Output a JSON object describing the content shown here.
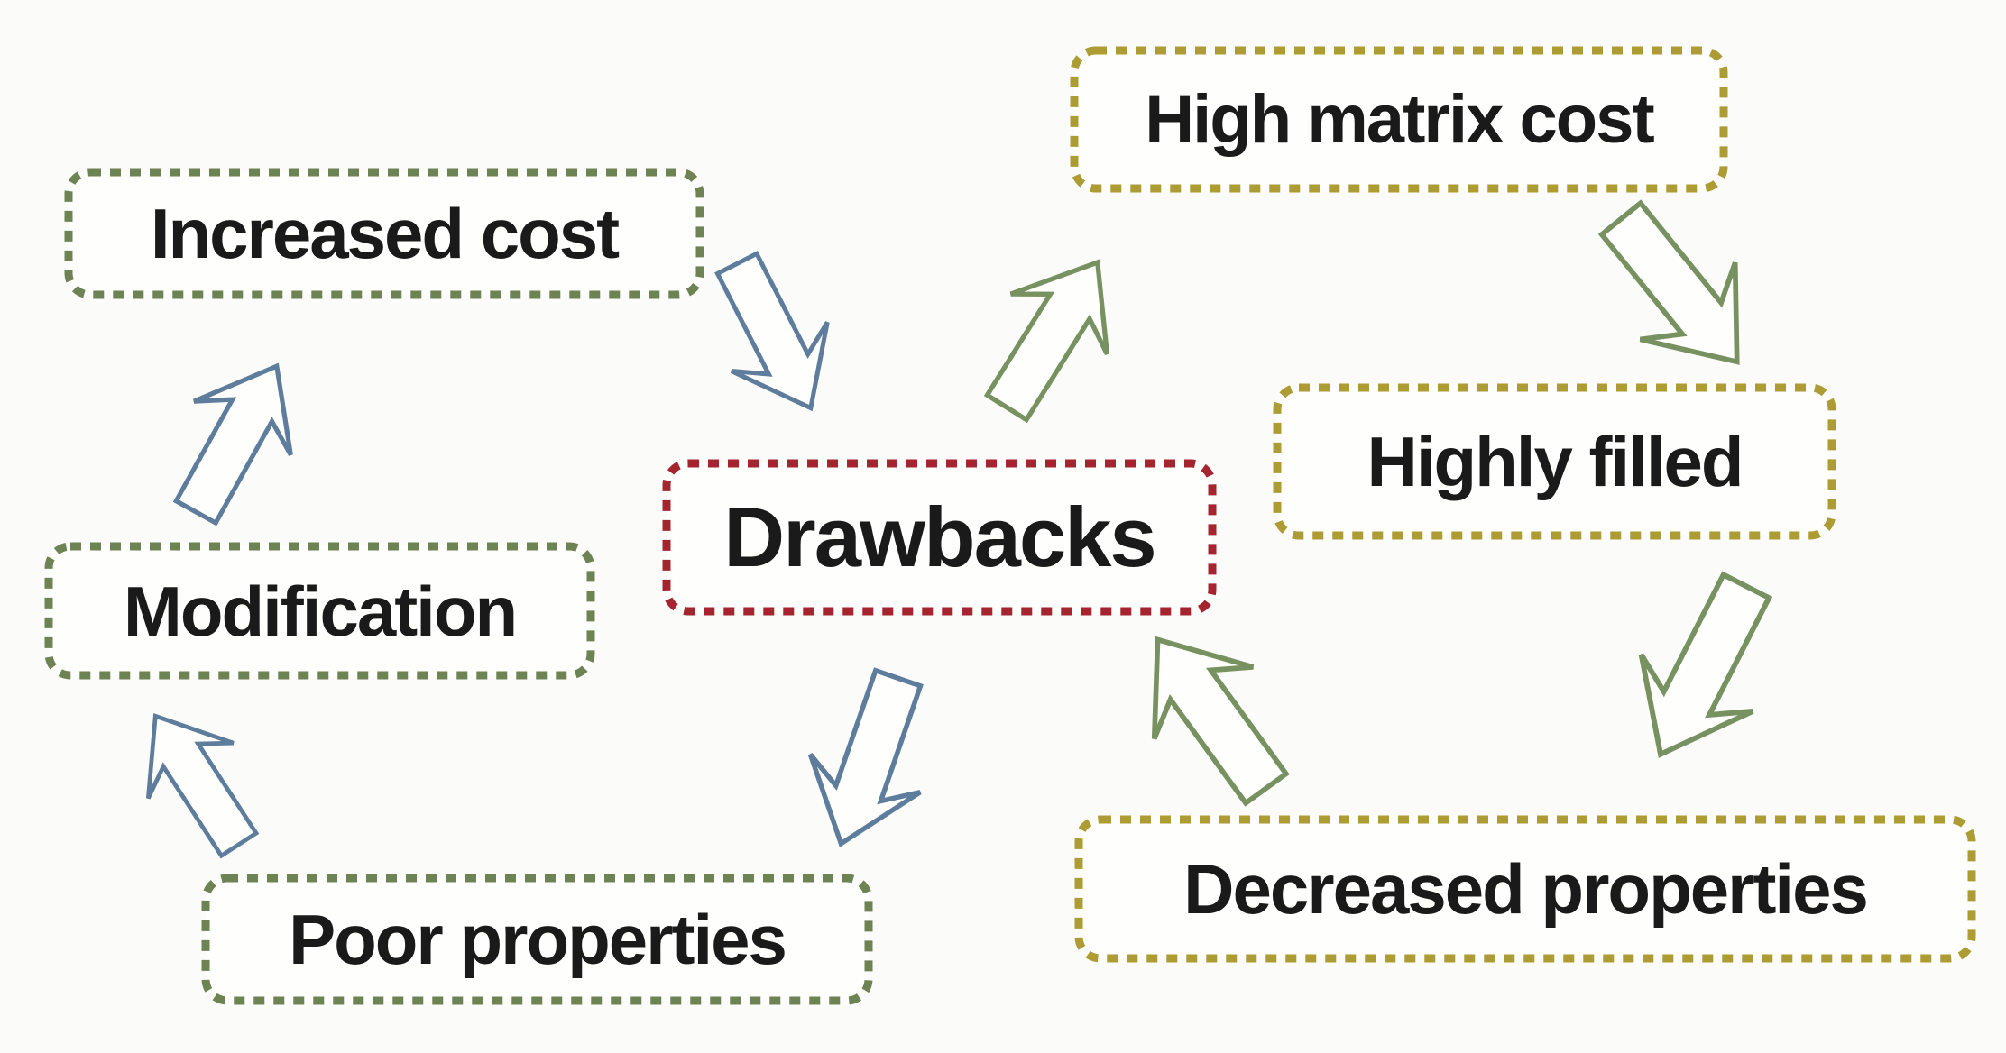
{
  "diagram": {
    "nodes": {
      "drawbacks": {
        "label": "Drawbacks",
        "border_color": "#A42430",
        "role": "center"
      },
      "increased_cost": {
        "label": "Increased cost",
        "border_color": "#6E8354"
      },
      "modification": {
        "label": "Modification",
        "border_color": "#6E8354"
      },
      "poor_properties": {
        "label": "Poor properties",
        "border_color": "#6E8354"
      },
      "high_matrix_cost": {
        "label": "High matrix cost",
        "border_color": "#AC9C33"
      },
      "highly_filled": {
        "label": "Highly filled",
        "border_color": "#AC9C33"
      },
      "decreased_properties": {
        "label": "Decreased properties",
        "border_color": "#AC9C33"
      }
    },
    "arrows": [
      {
        "from": "increased_cost",
        "to": "drawbacks",
        "style": "blue"
      },
      {
        "from": "drawbacks",
        "to": "poor_properties",
        "style": "blue"
      },
      {
        "from": "poor_properties",
        "to": "modification",
        "style": "blue"
      },
      {
        "from": "modification",
        "to": "increased_cost",
        "style": "blue"
      },
      {
        "from": "drawbacks",
        "to": "high_matrix_cost",
        "style": "green"
      },
      {
        "from": "high_matrix_cost",
        "to": "highly_filled",
        "style": "green"
      },
      {
        "from": "highly_filled",
        "to": "decreased_properties",
        "style": "green"
      },
      {
        "from": "decreased_properties",
        "to": "drawbacks",
        "style": "green"
      }
    ],
    "colors": {
      "green_border": "#6E8354",
      "gold_border": "#AC9C33",
      "red_border": "#A42430",
      "blue_arrow_stroke": "#5E7C9B",
      "green_arrow_stroke": "#789161",
      "arrow_fill": "#FEFEFC",
      "box_fill": "#FEFEFC",
      "text": "#1A1A1A",
      "background": "#FBFBF9"
    }
  }
}
